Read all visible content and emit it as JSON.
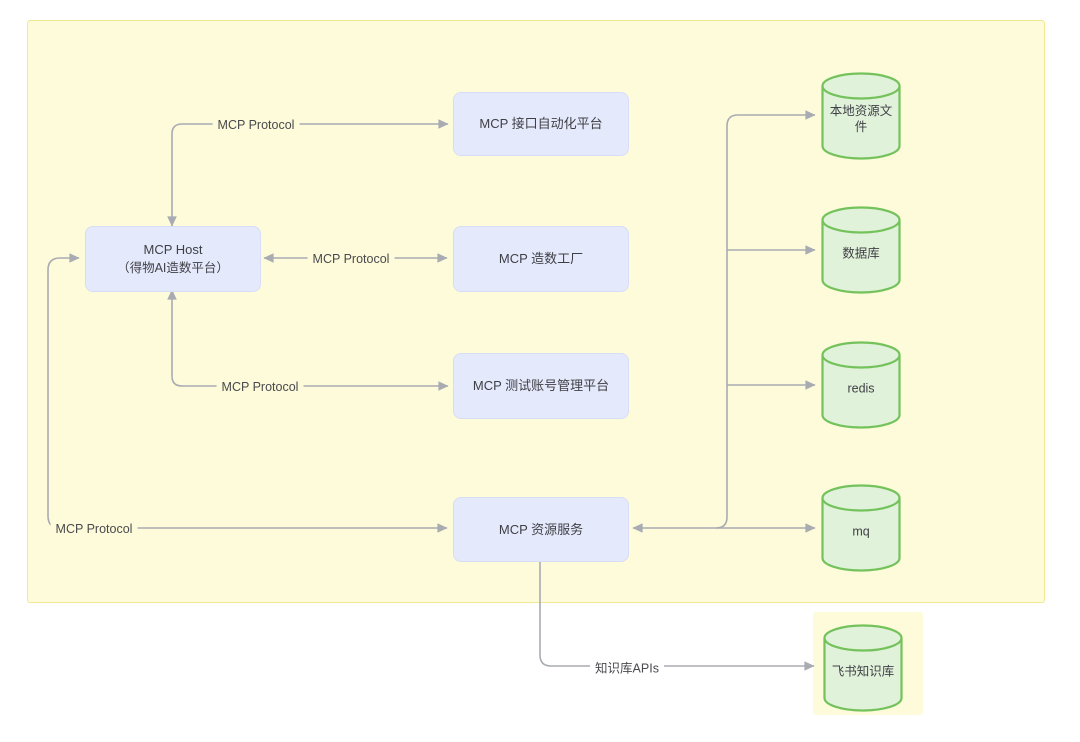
{
  "diagram": {
    "host": {
      "title": "MCP Host",
      "subtitle": "（得物AI造数平台）"
    },
    "platforms": [
      {
        "label": "MCP 接口自动化平台"
      },
      {
        "label": "MCP 造数工厂"
      },
      {
        "label": "MCP 测试账号管理平台"
      }
    ],
    "resource_service": {
      "label": "MCP 资源服务"
    },
    "datastores": [
      {
        "label": "本地资源文件"
      },
      {
        "label": "数据库"
      },
      {
        "label": "redis"
      },
      {
        "label": "mq"
      }
    ],
    "knowledge_base": {
      "label": "飞书知识库"
    },
    "edge_labels": {
      "host_to_api_platform": "MCP Protocol",
      "host_to_data_factory": "MCP Protocol",
      "host_to_account_platform": "MCP Protocol",
      "host_to_resource_service": "MCP Protocol",
      "resource_to_knowledge_base": "知识库APIs"
    },
    "colors": {
      "canvas_bg": "#ffffff",
      "zone_fill": "#fdfbd9",
      "zone_border": "#f0e992",
      "node_fill": "#e4e9fb",
      "node_border": "#d7ddf6",
      "cylinder_fill": "#e1f2da",
      "cylinder_border": "#74c25b",
      "arrow": "#a9abb2",
      "text": "#3f3f46"
    }
  }
}
